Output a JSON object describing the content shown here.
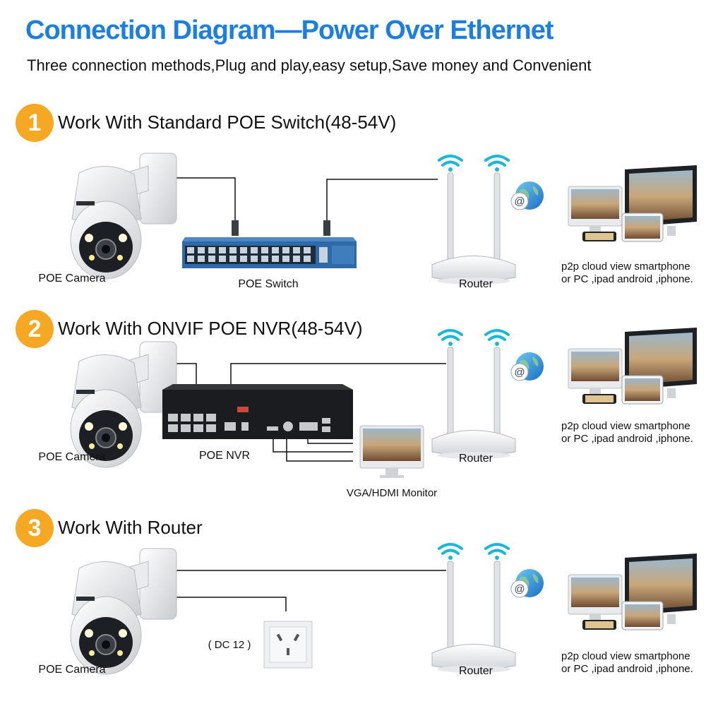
{
  "title": "Connection Diagram—Power Over Ethernet",
  "subtitle": "Three connection methods,Plug and play,easy setup,Save money and Convenient",
  "sections": [
    {
      "number": "1",
      "title": "Work With Standard POE Switch(48-54V)",
      "camera_label": "POE Camera",
      "device_label": "POE Switch",
      "router_label": "Router",
      "p2p_line1": "p2p cloud view smartphone",
      "p2p_line2": "or PC ,ipad android ,iphone."
    },
    {
      "number": "2",
      "title": "Work With ONVIF POE NVR(48-54V)",
      "camera_label": "POE Camera",
      "device_label": "POE NVR",
      "monitor_label": "VGA/HDMI Monitor",
      "router_label": "Router",
      "p2p_line1": "p2p cloud view smartphone",
      "p2p_line2": "or PC ,ipad android ,iphone."
    },
    {
      "number": "3",
      "title": "Work With Router",
      "camera_label": "POE Camera",
      "power_label": "( DC 12 )",
      "router_label": "Router",
      "p2p_line1": "p2p cloud view smartphone",
      "p2p_line2": "or PC ,ipad android ,iphone."
    }
  ],
  "colors": {
    "title_blue": "#1a7fe0",
    "badge_orange": "#f7a823",
    "wifi_cyan": "#1ab8d8",
    "switch_blue": "#2f6aa8"
  },
  "icons": [
    "camera-icon",
    "poe-switch-icon",
    "router-icon",
    "wifi-icon",
    "cloud-globe-icon",
    "devices-icon",
    "nvr-icon",
    "monitor-icon",
    "power-socket-icon"
  ]
}
